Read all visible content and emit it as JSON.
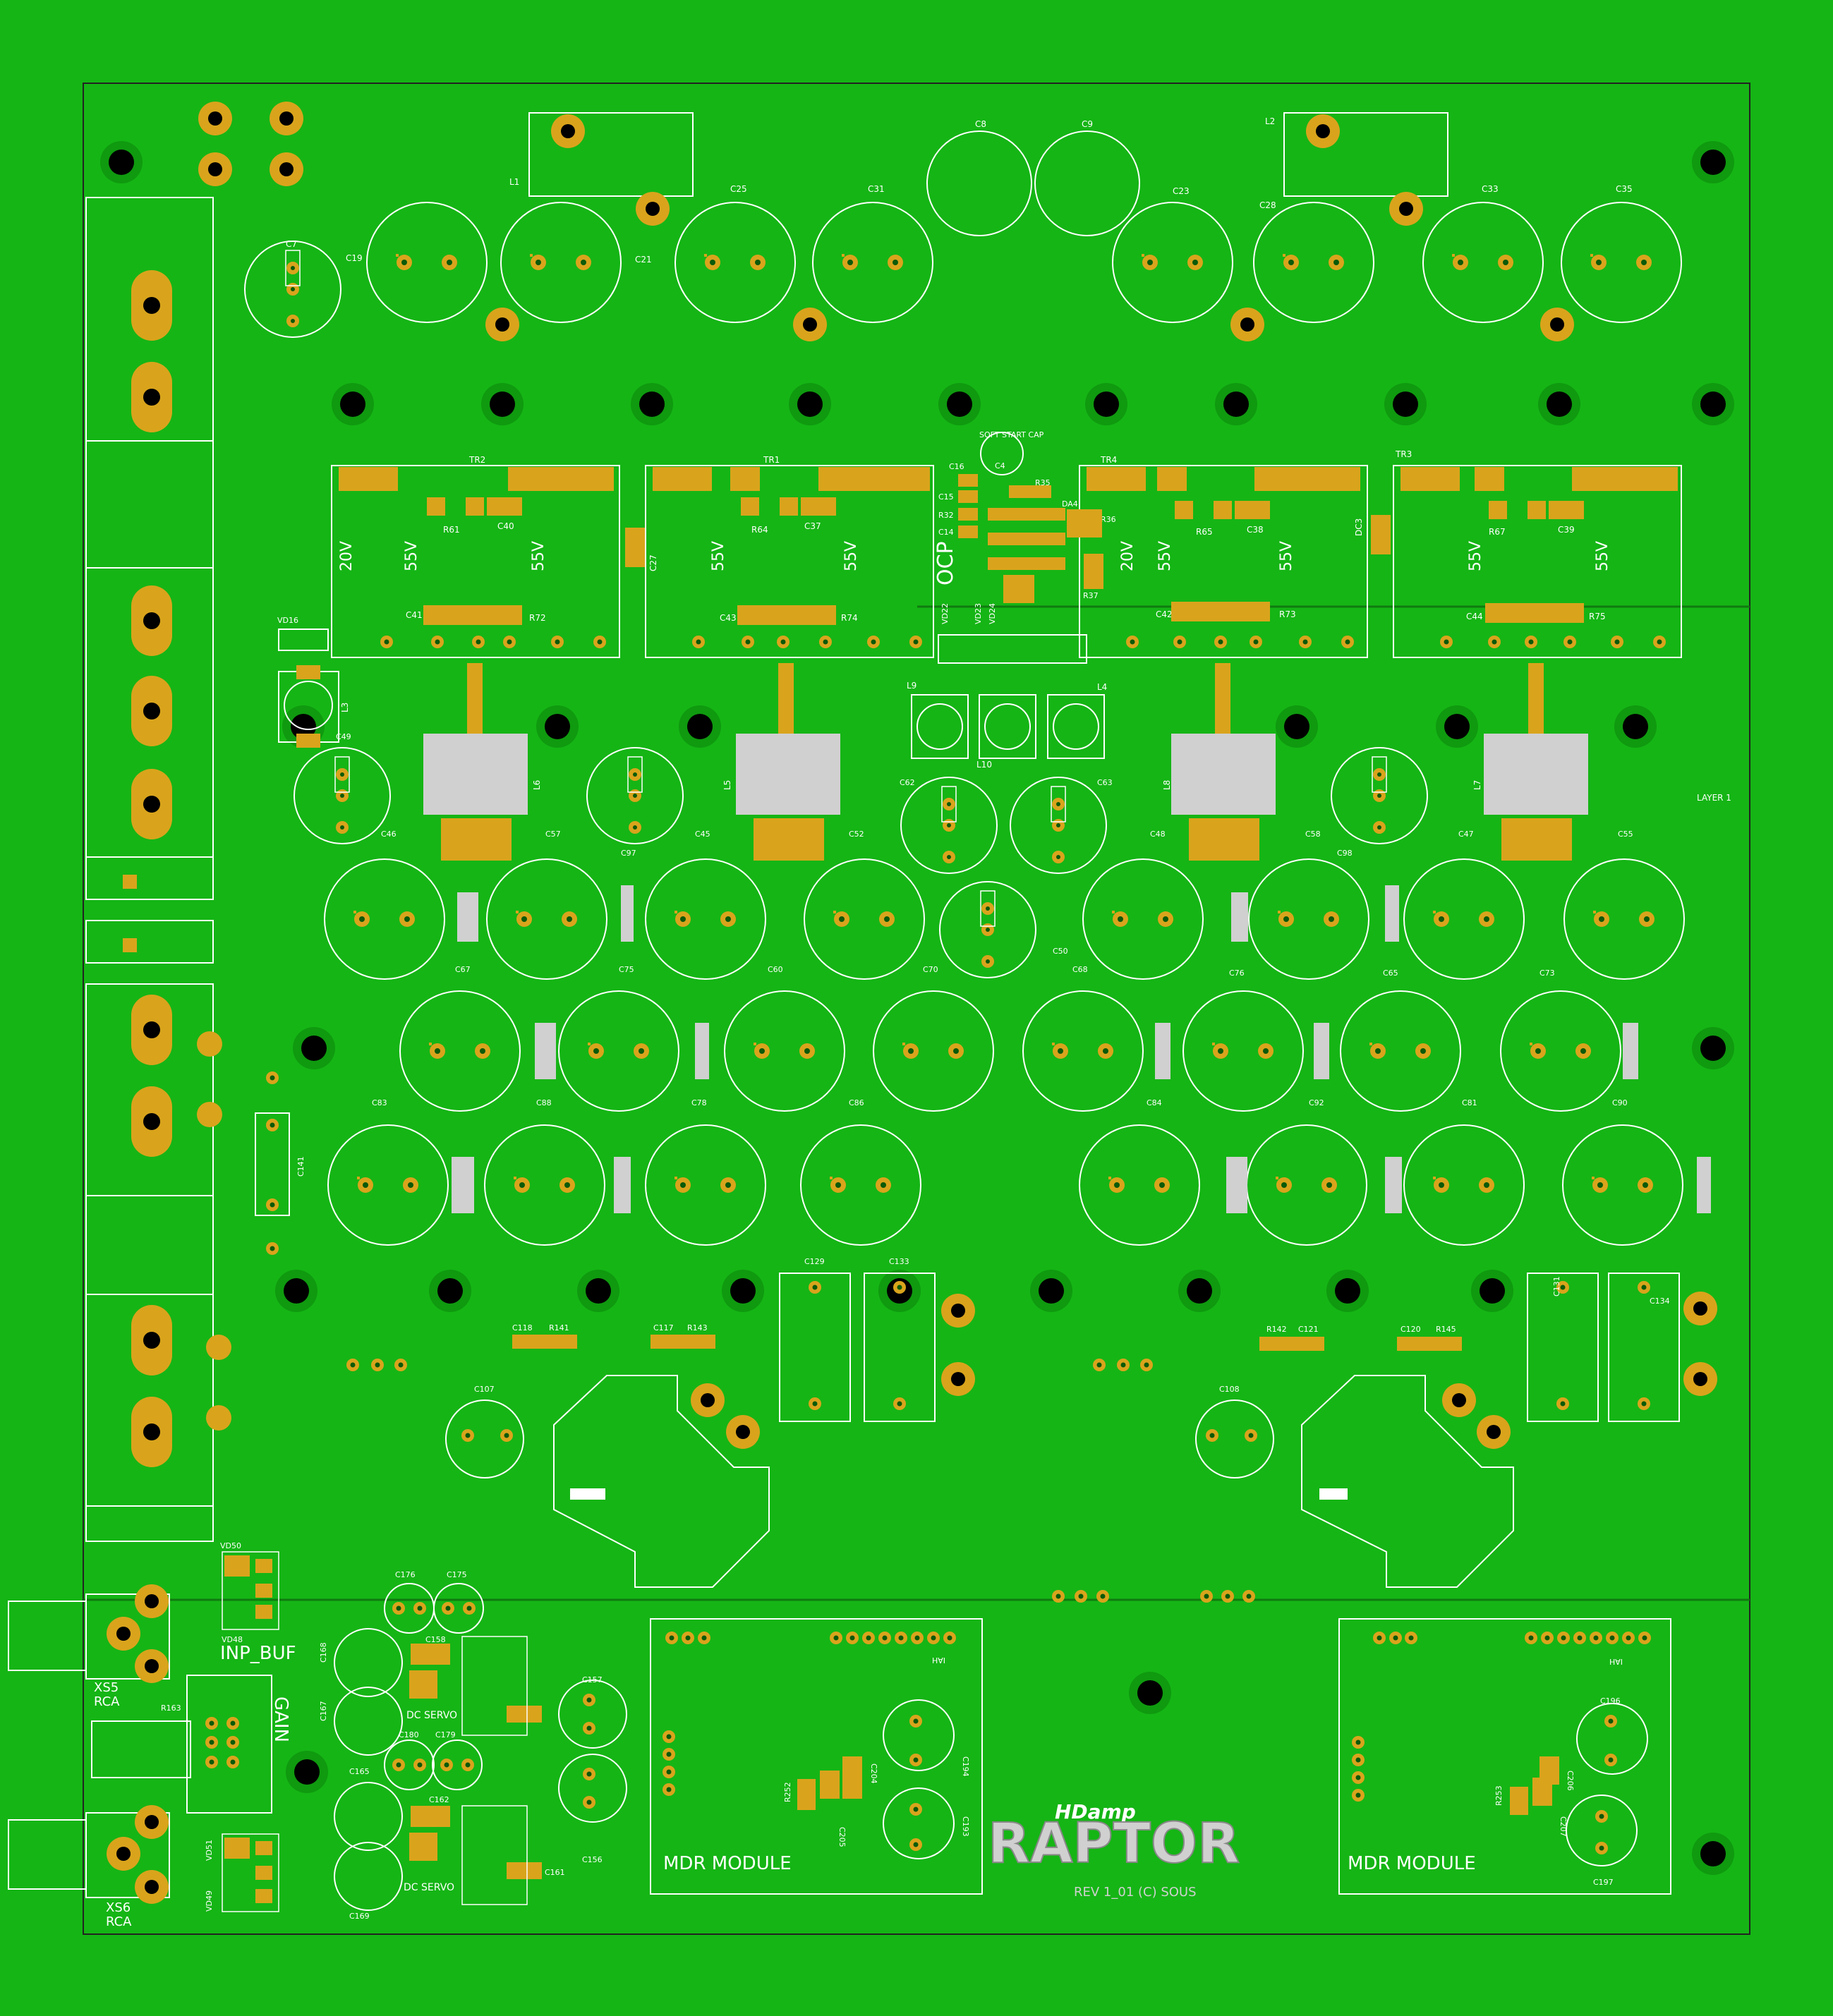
{
  "board": {
    "background": "#15b515",
    "outline_color": "#ffffff",
    "pad_color": "#d9a41c",
    "hole_color": "#000000",
    "silkscreen_color": "#ffffff",
    "body_color": "#d0d0d0"
  },
  "labels": {
    "tr2": "TR2",
    "tr1": "TR1",
    "tr4": "TR4",
    "tr3": "TR3",
    "v20": "20V",
    "v55": "55V",
    "soft_start": "SOFT START CAP",
    "ocp": "OCP",
    "inp_buf": "INP_BUF",
    "gain": "GAIN",
    "dc_servo": "DC SERVO",
    "mdr_module": "MDR MODULE",
    "xs5": "XS5",
    "xs6": "XS6",
    "rca": "RCA",
    "logo_small": "HDamp",
    "logo_big": "RAPTOR",
    "rev": "REV 1_01 (C) SOUS",
    "layer": "LAYER 1",
    "l1": "L1",
    "l2": "L2",
    "l3": "L3",
    "l4": "L4",
    "l5": "L5",
    "l6": "L6",
    "l7": "L7",
    "l8": "L8",
    "l9": "L9",
    "l10": "L10",
    "c7": "C7",
    "c8": "C8",
    "c9": "C9",
    "c19": "C19",
    "c21": "C21",
    "c25": "C25",
    "c31": "C31",
    "c23": "C23",
    "c28": "C28",
    "c33": "C33",
    "c35": "C35",
    "c46": "C46",
    "c57": "C57",
    "c97": "C97",
    "c45": "C45",
    "c52": "C52",
    "c50": "C50",
    "c48": "C48",
    "c58": "C58",
    "c98": "C98",
    "c47": "C47",
    "c55": "C55",
    "c67": "C67",
    "c75": "C75",
    "c60": "C60",
    "c70": "C70",
    "c68": "C68",
    "c76": "C76",
    "c65": "C65",
    "c73": "C73",
    "c83": "C83",
    "c88": "C88",
    "c78": "C78",
    "c86": "C86",
    "c84": "C84",
    "c92": "C92",
    "c81": "C81",
    "c90": "C90",
    "c62": "C62",
    "c63": "C63",
    "c49": "C49",
    "c107": "C107",
    "c108": "C108",
    "c129": "C129",
    "c133": "C133",
    "c131": "C131",
    "c134": "C134",
    "c118": "C118",
    "r141": "R141",
    "c117": "C117",
    "r143": "R143",
    "r142": "R142",
    "c121": "C121",
    "c120": "C120",
    "r145": "R145",
    "c141": "C141",
    "c176": "C176",
    "c175": "C175",
    "c158": "C158",
    "c157": "C157",
    "c168": "C168",
    "c167": "C167",
    "c165": "C165",
    "c169": "C169",
    "c180": "C180",
    "c179": "C179",
    "c162": "C162",
    "c156": "C156",
    "c161": "C161",
    "r163": "R163",
    "vd50": "VD50",
    "vd48": "VD48",
    "vd51": "VD51",
    "vd49": "VD49",
    "vd16": "VD16",
    "c196": "C196",
    "c197": "C197",
    "c194": "C194",
    "c193": "C193",
    "c204": "C204",
    "c205": "C205",
    "r252": "R252",
    "r253": "R253",
    "c206": "C206",
    "c207": "C207",
    "r61": "R61",
    "c40": "C40",
    "r64": "R64",
    "c37": "C37",
    "r65": "R65",
    "c38": "C38",
    "r67": "R67",
    "c39": "C39",
    "c41": "C41",
    "r72": "R72",
    "c43": "C43",
    "r74": "R74",
    "c42": "C42",
    "r73": "R73",
    "c44": "C44",
    "r75": "R75",
    "c16": "C16",
    "c15": "C15",
    "r32": "R32",
    "c14": "C14",
    "r35": "R35",
    "da4": "DA4",
    "r36": "R36",
    "r37": "R37",
    "c4": "C4",
    "vd22": "VD22",
    "vd23": "VD23",
    "vd24": "VD24",
    "c27": "C27",
    "dc3": "DC3",
    "iah": "IAH"
  }
}
